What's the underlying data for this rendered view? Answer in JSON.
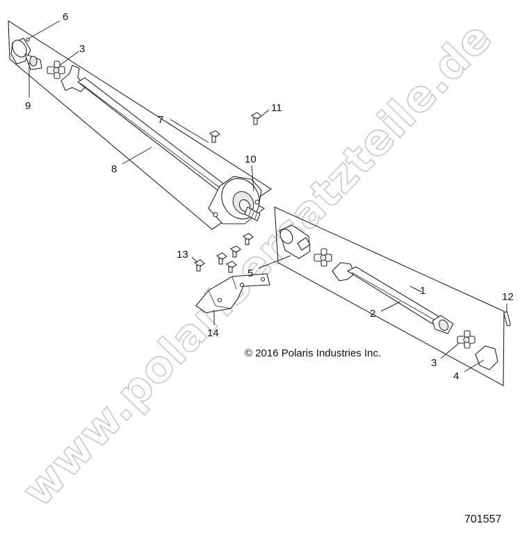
{
  "diagram": {
    "callouts": {
      "c6": "6",
      "c3a": "3",
      "c9": "9",
      "c7": "7",
      "c11": "11",
      "c8": "8",
      "c10": "10",
      "c13": "13",
      "c5": "5",
      "c1": "1",
      "c12": "12",
      "c2": "2",
      "c14": "14",
      "c3b": "3",
      "c4": "4"
    },
    "copyright": "© 2016 Polaris Industries Inc.",
    "document_number": "701557",
    "watermark": "www.polarisersatzteile.de"
  }
}
